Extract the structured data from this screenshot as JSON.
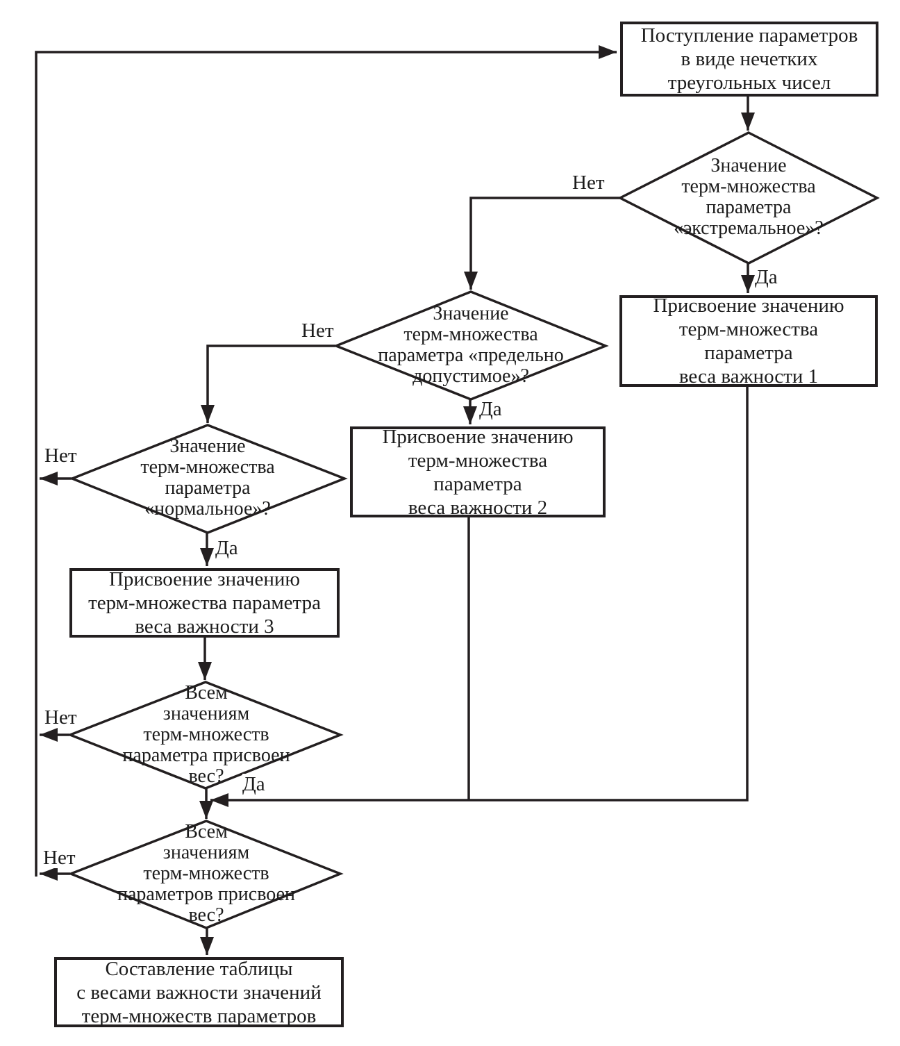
{
  "colors": {
    "line": "#231f20",
    "text": "#1c1c1c",
    "background": "#ffffff"
  },
  "labels": {
    "yes": "Да",
    "no": "Нет"
  },
  "nodes": {
    "start": {
      "label": "Поступление параметров\nв виде нечетких\nтреугольных чисел"
    },
    "decision_extremal": {
      "label": "Значение\nтерм-множества\nпараметра\n«экстремальное»?"
    },
    "assign_weight_1": {
      "label": "Присвоение значению\nтерм-множества\nпараметра\nвеса важности 1"
    },
    "decision_limit": {
      "label": "Значение\nтерм-множества\nпараметра «предельно\nдопустимое»?"
    },
    "assign_weight_2": {
      "label": "Присвоение значению\nтерм-множества\nпараметра\nвеса важности 2"
    },
    "decision_normal": {
      "label": "Значение\nтерм-множества\nпараметра\n«нормальное»?"
    },
    "assign_weight_3": {
      "label": "Присвоение значению\nтерм-множества параметра\nвеса важности 3"
    },
    "decision_all_values": {
      "label": "Всем\nзначениям\nтерм-множеств\nпараметра присвоен\nвес?"
    },
    "decision_all_params": {
      "label": "Всем\nзначениям\nтерм-множеств\nпараметров присвоен\nвес?"
    },
    "final": {
      "label": "Составление таблицы\nс весами важности значений\nтерм-множеств параметров"
    }
  }
}
